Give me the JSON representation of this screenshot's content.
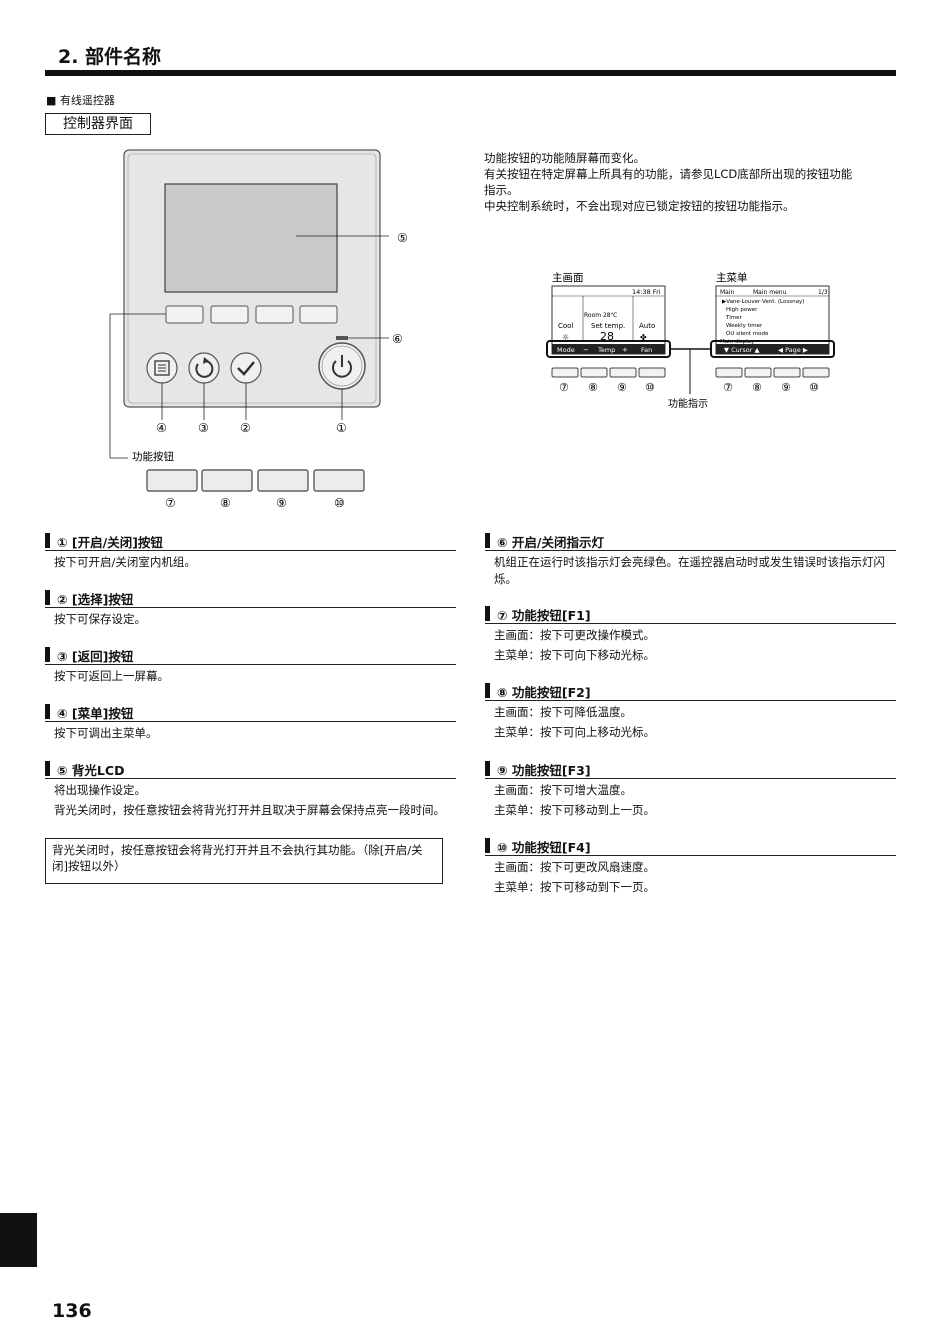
{
  "header": {
    "title": "2. 部件名称"
  },
  "subheading": "■ 有线遥控器",
  "interface_label": "控制器界面",
  "intro": [
    "功能按钮的功能随屏幕而变化。",
    "有关按钮在特定屏幕上所具有的功能，请参见LCD底部所出现的按钮功能",
    "指示。",
    "中央控制系统时，不会出现对应已锁定按钮的按钮功能指示。"
  ],
  "remote": {
    "labels": {
      "n1": "①",
      "n2": "②",
      "n3": "③",
      "n4": "④",
      "n5": "⑤",
      "n6": "⑥",
      "n7": "⑦",
      "n8": "⑧",
      "n9": "⑨",
      "n10": "⑩"
    },
    "func_button_label": "功能按钮"
  },
  "screens": {
    "main_label": "主画面",
    "menu_label": "主菜单",
    "indicator_label": "功能指示",
    "main": {
      "time": "14:38 Fri",
      "room": "Room 28℃",
      "cool": "Cool",
      "set_temp": "Set temp.",
      "auto": "Auto",
      "setval": "28",
      "bar": [
        "Mode",
        "Temp",
        "Fan"
      ]
    },
    "menu": {
      "header_left": "Main",
      "header_mid": "Main menu",
      "header_right": "1/3",
      "items": [
        "▶Vane·Louver·Vent. (Lossnay)",
        "High power",
        "Timer",
        "Weekly timer",
        "OU silent mode",
        "Main display"
      ],
      "bar": [
        "▼ Cursor ▲",
        "◀ Page ▶"
      ]
    }
  },
  "sections": {
    "s1": {
      "title": "① [开启/关闭]按钮",
      "lines": [
        "按下可开启/关闭室内机组。"
      ]
    },
    "s2": {
      "title": "② [选择]按钮",
      "lines": [
        "按下可保存设定。"
      ]
    },
    "s3": {
      "title": "③ [返回]按钮",
      "lines": [
        "按下可返回上一屏幕。"
      ]
    },
    "s4": {
      "title": "④ [菜单]按钮",
      "lines": [
        "按下可调出主菜单。"
      ]
    },
    "s5": {
      "title": "⑤ 背光LCD",
      "lines": [
        "将出现操作设定。",
        "背光关闭时，按任意按钮会将背光打开并且取决于屏幕会保持点亮一段时间。"
      ]
    },
    "note": "背光关闭时，按任意按钮会将背光打开并且不会执行其功能。（除[开启/关闭]按钮以外）",
    "s6": {
      "title": "⑥ 开启/关闭指示灯",
      "lines": [
        "机组正在运行时该指示灯会亮绿色。在遥控器启动时或发生错误时该指示灯闪烁。"
      ]
    },
    "s7": {
      "title": "⑦ 功能按钮[F1]",
      "lines": [
        "主画面：按下可更改操作模式。",
        "主菜单：按下可向下移动光标。"
      ]
    },
    "s8": {
      "title": "⑧ 功能按钮[F2]",
      "lines": [
        "主画面：按下可降低温度。",
        "主菜单：按下可向上移动光标。"
      ]
    },
    "s9": {
      "title": "⑨ 功能按钮[F3]",
      "lines": [
        "主画面：按下可增大温度。",
        "主菜单：按下可移动到上一页。"
      ]
    },
    "s10": {
      "title": "⑩ 功能按钮[F4]",
      "lines": [
        "主画面：按下可更改风扇速度。",
        "主菜单：按下可移动到下一页。"
      ]
    }
  },
  "page_number": "136"
}
